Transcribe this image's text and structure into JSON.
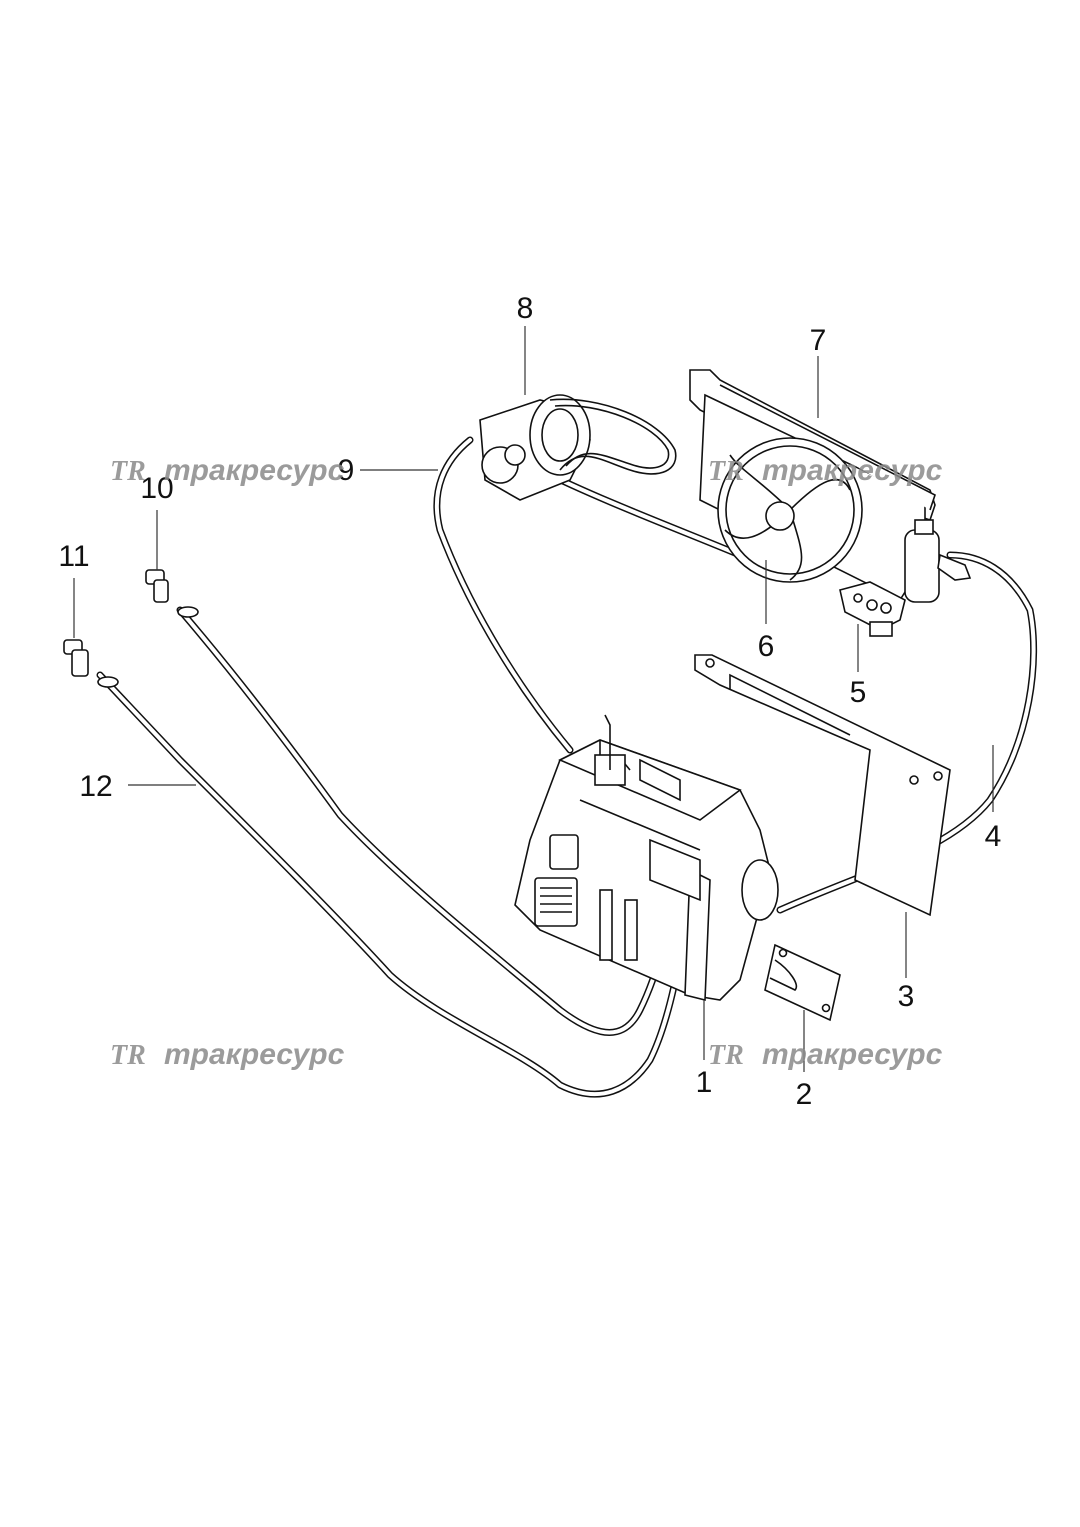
{
  "callouts": {
    "c1": "1",
    "c2": "2",
    "c3": "3",
    "c4": "4",
    "c5": "5",
    "c6": "6",
    "c7": "7",
    "c8": "8",
    "c9": "9",
    "c10": "10",
    "c11": "11",
    "c12": "12"
  },
  "watermark": {
    "text": "тракресурс",
    "logo": "TR"
  },
  "colors": {
    "line": "#111111",
    "watermark": "#8a8a8a",
    "background": "#ffffff"
  }
}
